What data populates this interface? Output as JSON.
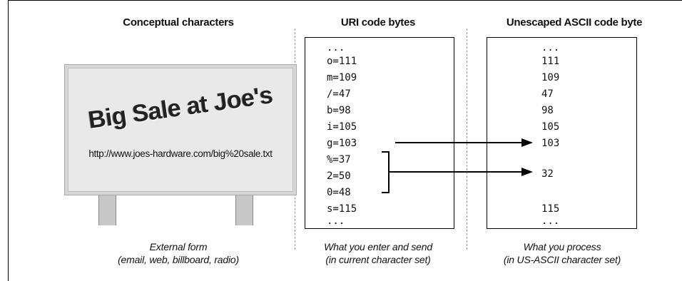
{
  "headings": {
    "conceptual": "Conceptual characters",
    "uri": "URI code bytes",
    "unescaped": "Unescaped ASCII code byte"
  },
  "sign": {
    "title": "Big Sale at Joe's",
    "url": "http://www.joes-hardware.com/big%20sale.txt"
  },
  "uri_bytes": [
    "...",
    "o=111",
    "m=109",
    "/=47",
    "b=98",
    "i=105",
    "g=103",
    "%=37",
    "2=50",
    "0=48",
    "s=115",
    "..."
  ],
  "ascii_bytes": [
    "...",
    "111",
    "109",
    "47",
    "98",
    "105",
    "103",
    "32",
    "115",
    "..."
  ],
  "captions": {
    "external": [
      "External form",
      "(email, web, billboard, radio)"
    ],
    "enter": [
      "What you enter and send",
      "(in current character set)"
    ],
    "process": [
      "What you process",
      "(in US-ASCII character set)"
    ]
  }
}
